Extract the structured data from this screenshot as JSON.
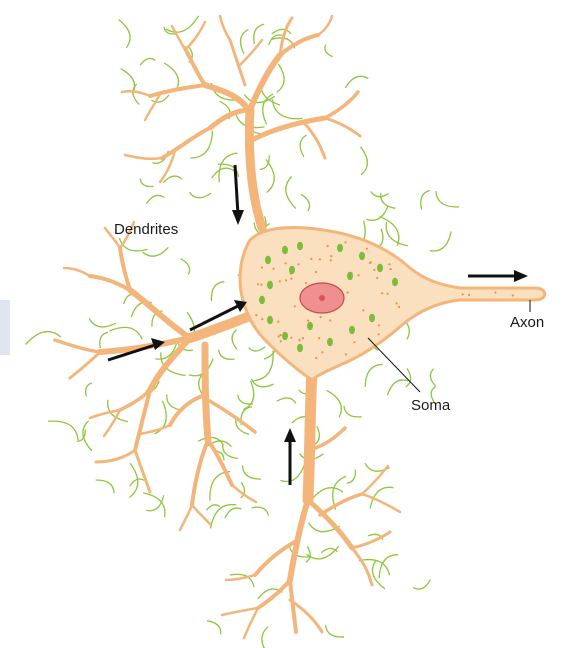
{
  "labels": {
    "dendrites": "Dendrites",
    "axon": "Axon",
    "soma": "Soma"
  },
  "colors": {
    "neuron_fill": "#f3b57a",
    "neuron_stroke": "#e49a55",
    "soma_fill": "#fbe0bf",
    "nucleus_fill": "#ef8f8f",
    "nucleolus_fill": "#d9534f",
    "synapse_green": "#8fc63f",
    "bouton_green": "#7dbb3a",
    "arrow": "#111111"
  }
}
